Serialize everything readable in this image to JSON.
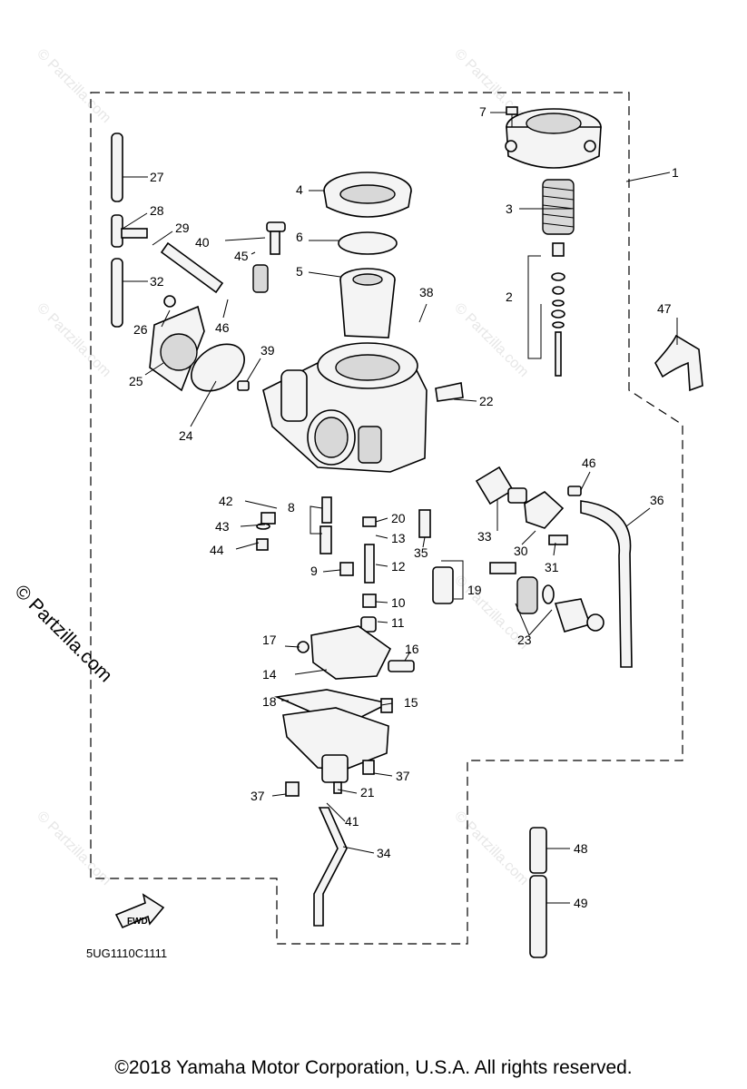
{
  "diagram": {
    "code": "5UG1110C1111",
    "fwd_label": "FWD",
    "watermark": "© Partzilla.com",
    "side_watermark": "© Partzilla.com",
    "copyright": "©2018  Yamaha Motor Corporation, U.S.A. All rights reserved.",
    "callouts": [
      "1",
      "2",
      "3",
      "4",
      "5",
      "6",
      "7",
      "8",
      "9",
      "10",
      "11",
      "12",
      "13",
      "14",
      "15",
      "16",
      "17",
      "18",
      "19",
      "20",
      "21",
      "22",
      "23",
      "24",
      "25",
      "26",
      "27",
      "28",
      "29",
      "30",
      "31",
      "32",
      "33",
      "34",
      "35",
      "36",
      "37",
      "37",
      "38",
      "39",
      "40",
      "41",
      "42",
      "43",
      "44",
      "45",
      "46",
      "46",
      "47",
      "48",
      "49"
    ]
  }
}
